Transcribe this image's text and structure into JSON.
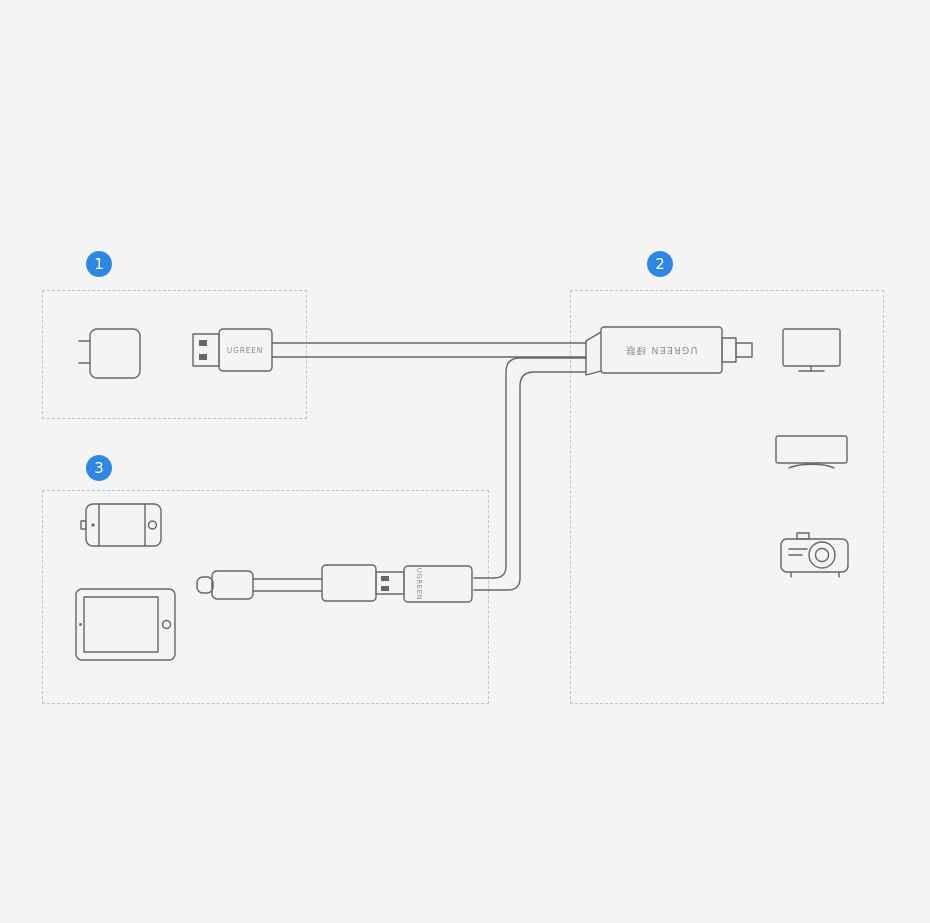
{
  "badges": [
    {
      "number": "1"
    },
    {
      "number": "2"
    },
    {
      "number": "3"
    }
  ],
  "brand_labels": {
    "power_cable_plug": "UGREEN",
    "hdmi_converter": "UGREEN 绿联",
    "usb_adapter": "UGREEN"
  },
  "icons": [
    "wall-charger-icon",
    "usb-a-plug-icon",
    "hdmi-converter-icon",
    "tv-icon",
    "monitor-icon",
    "projector-icon",
    "phone-icon",
    "tablet-icon",
    "usb-c-cable-icon",
    "usb-a-connector-icon",
    "usb-female-adapter-icon"
  ],
  "colors": {
    "background": "#f4f4f5",
    "badge_blue": "#2e87e3",
    "line_gray": "#64676b",
    "dashed_border": "#adc9dd",
    "brand_text": "#8a8d90"
  }
}
